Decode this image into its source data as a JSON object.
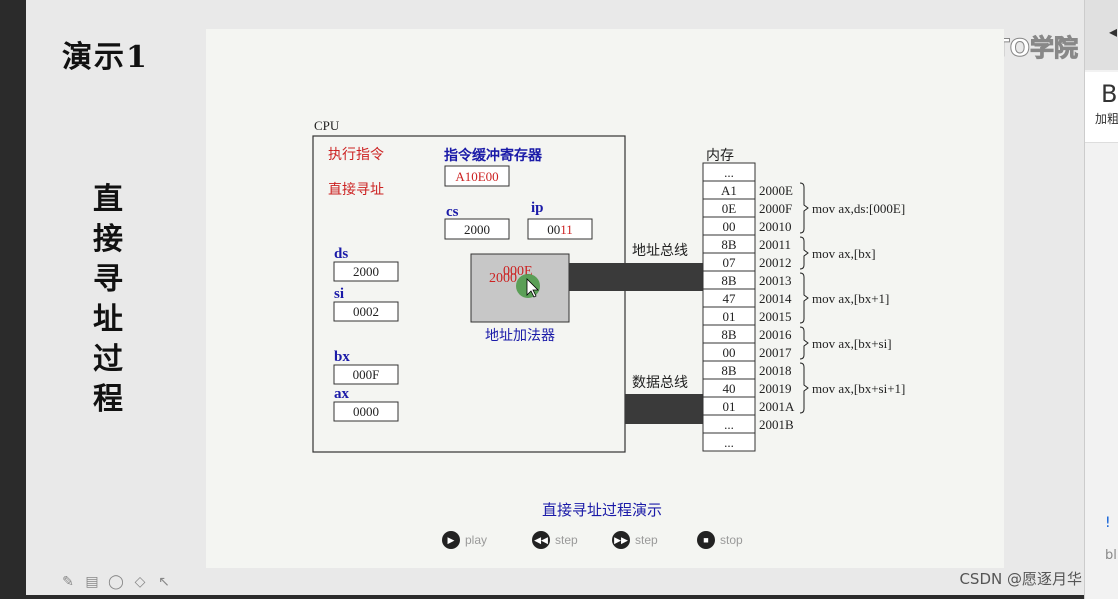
{
  "slide": {
    "title": "演示1",
    "vertical_title": [
      "直",
      "接",
      "寻",
      "址",
      "过",
      "程"
    ],
    "watermark": "51CTO学院"
  },
  "diagram": {
    "cpu_label": "CPU",
    "exec_label": "执行指令",
    "mode_label": "直接寻址",
    "ibuf_label": "指令缓冲寄存器",
    "ibuf_value": "A10E00",
    "cs_label": "cs",
    "cs_value": "2000",
    "ip_label": "ip",
    "ip_value_prefix": "00",
    "ip_value_suffix": "11",
    "ds_label": "ds",
    "ds_value": "2000",
    "si_label": "si",
    "si_value": "0002",
    "bx_label": "bx",
    "bx_value": "000F",
    "ax_label": "ax",
    "ax_value": "0000",
    "adder_text_a": "2000",
    "adder_text_b": "000E",
    "adder_label": "地址加法器",
    "addr_bus_label": "地址总线",
    "data_bus_label": "数据总线",
    "memory_label": "内存",
    "memory_cells": [
      "...",
      "A1",
      "0E",
      "00",
      "8B",
      "07",
      "8B",
      "47",
      "01",
      "8B",
      "00",
      "8B",
      "40",
      "01",
      "...",
      "..."
    ],
    "addresses": [
      "2000E",
      "2000F",
      "20010",
      "20011",
      "20012",
      "20013",
      "20014",
      "20015",
      "20016",
      "20017",
      "20018",
      "20019",
      "2001A",
      "2001B"
    ],
    "instructions": [
      "mov ax,ds:[000E]",
      "mov ax,[bx]",
      "mov ax,[bx+1]",
      "mov ax,[bx+si]",
      "mov ax,[bx+si+1]"
    ],
    "caption": "直接寻址过程演示"
  },
  "controls": {
    "play": "play",
    "step_back": "step",
    "step_forward": "step",
    "stop": "stop"
  },
  "footer": {
    "credit": "CSDN @愿逐月华"
  },
  "sidebar": {
    "letter": "B",
    "small_text": "加粗",
    "bottom_text": "!",
    "bottom_text2": "bl"
  },
  "colors": {
    "red_label": "#cc2222",
    "blue_label": "#1a1aa8",
    "adder_fill": "#c7c7c7",
    "bus_fill": "#3a3a3a"
  }
}
